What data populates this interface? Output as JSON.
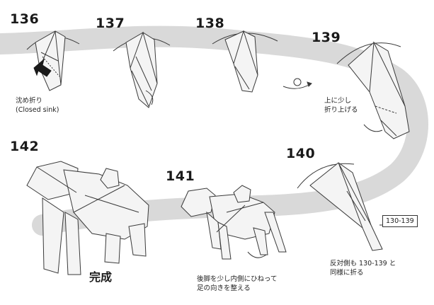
{
  "steps": [
    {
      "id": "136",
      "label": "136"
    },
    {
      "id": "137",
      "label": "137"
    },
    {
      "id": "138",
      "label": "138"
    },
    {
      "id": "139",
      "label": "139"
    },
    {
      "id": "140",
      "label": "140"
    },
    {
      "id": "141",
      "label": "141"
    },
    {
      "id": "142",
      "label": "142"
    }
  ],
  "captions": {
    "step136_line1": "沈め折り",
    "step136_line2": "(Closed sink)",
    "step139_line1": "上に少し",
    "step139_line2": "折り上げる",
    "step140_line1": "反対側も 130-139 と",
    "step140_line2": "同様に折る",
    "step141_line1": "後脚を少し内側にひねって",
    "step141_line2": "足の向きを整える",
    "step142_final": "完成"
  },
  "reference_box": "130-139",
  "colors": {
    "band": "#d9d9d9",
    "paper": "#f4f4f4",
    "line": "#3a3a3a",
    "text": "#1a1a1a"
  }
}
